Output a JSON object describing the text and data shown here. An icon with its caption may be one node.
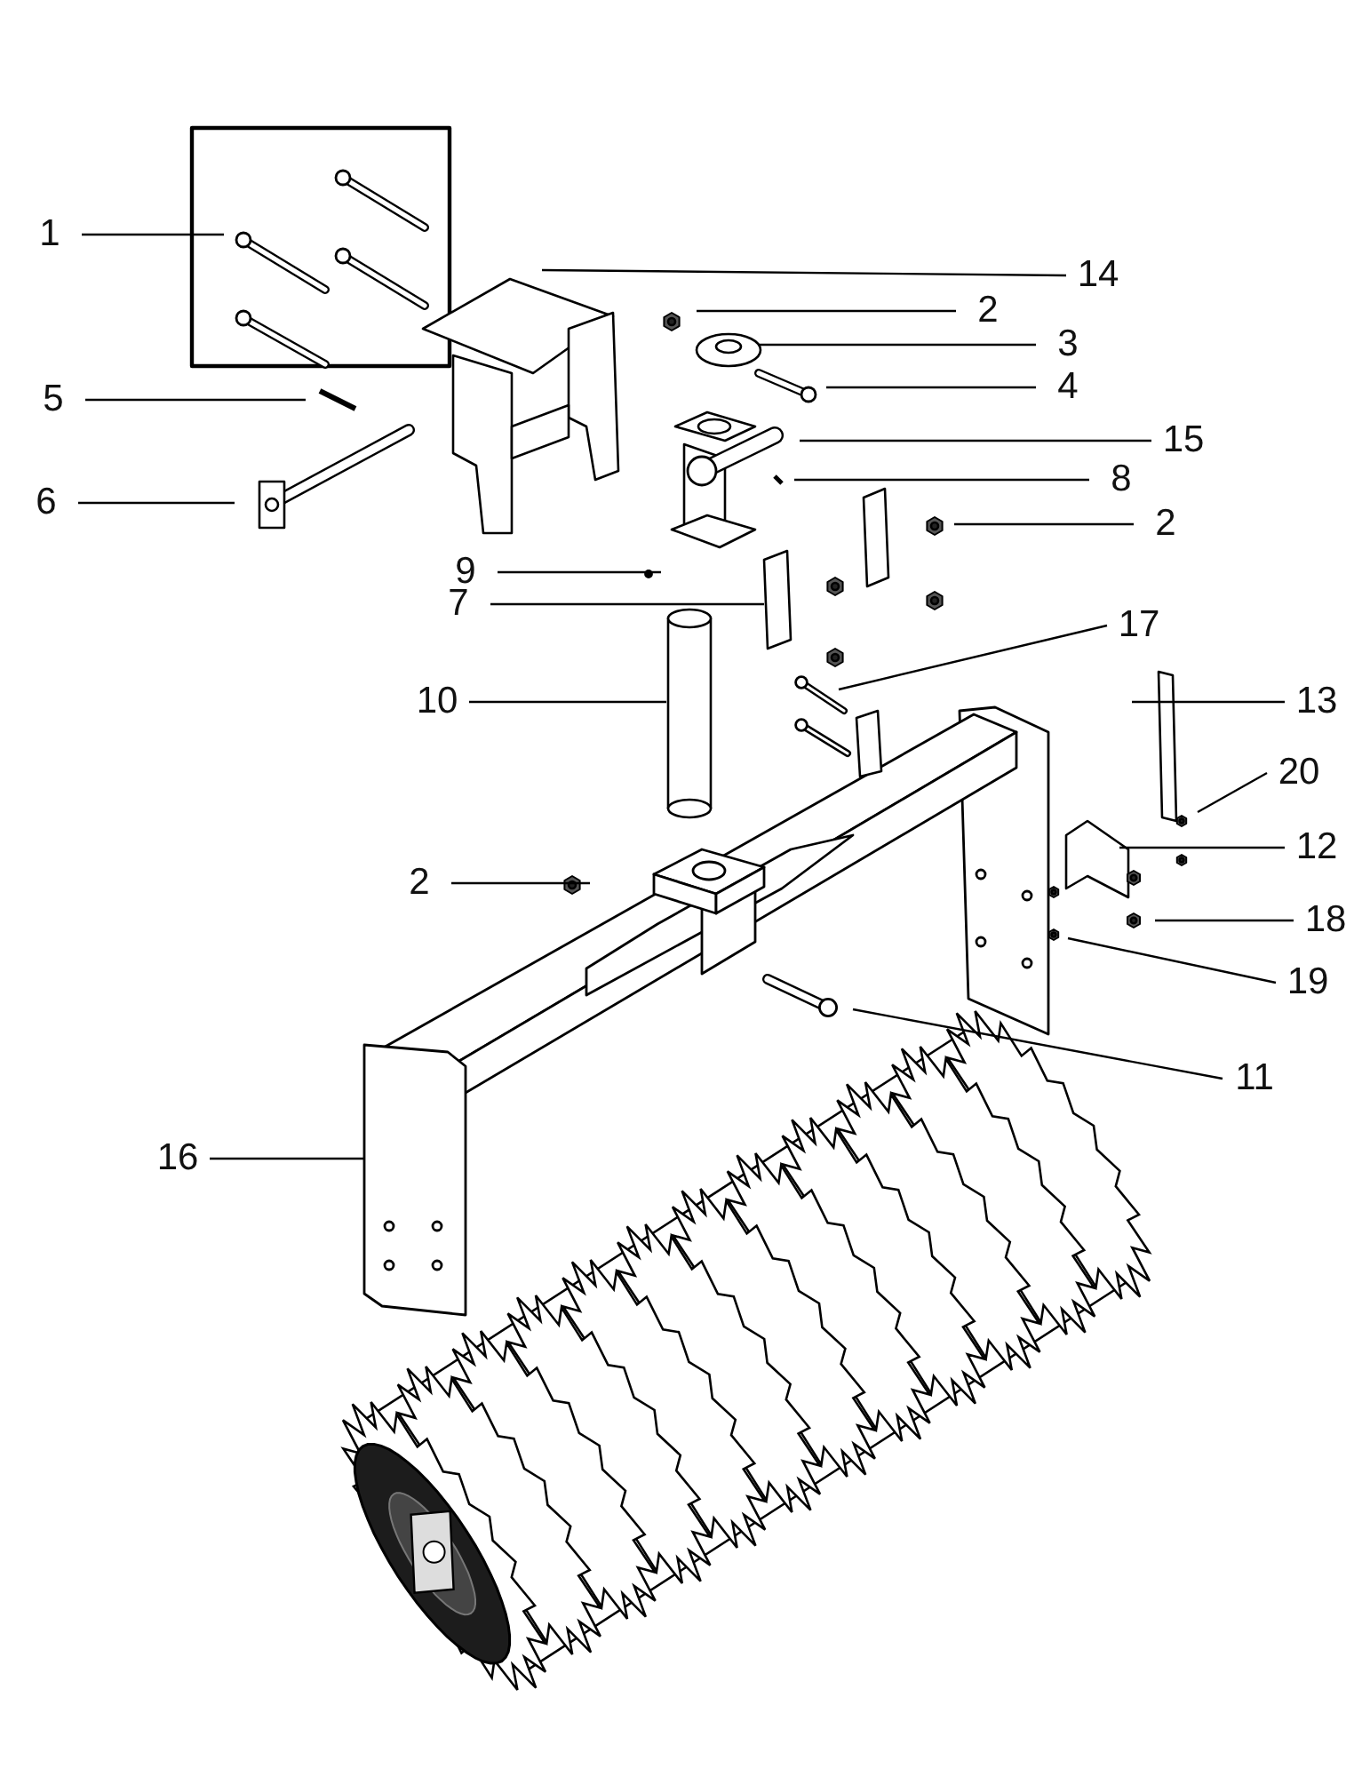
{
  "diagram": {
    "nodes": [
      {
        "text": [
          "1"
        ]
      },
      {
        "text": [
          "14"
        ]
      },
      {
        "text": [
          "2"
        ]
      },
      {
        "text": [
          "3"
        ]
      },
      {
        "text": [
          "4"
        ]
      },
      {
        "text": [
          "5"
        ]
      },
      {
        "text": [
          "15"
        ]
      },
      {
        "text": [
          "8"
        ]
      },
      {
        "text": [
          "6"
        ]
      },
      {
        "text": [
          "2"
        ]
      },
      {
        "text": [
          "9"
        ]
      },
      {
        "text": [
          "7"
        ]
      },
      {
        "text": [
          "17"
        ]
      },
      {
        "text": [
          "10"
        ]
      },
      {
        "text": [
          "13"
        ]
      },
      {
        "text": [
          "20"
        ]
      },
      {
        "text": [
          "12"
        ]
      },
      {
        "text": [
          "2"
        ]
      },
      {
        "text": [
          "18"
        ]
      },
      {
        "text": [
          "19"
        ]
      },
      {
        "text": [
          "11"
        ]
      },
      {
        "text": [
          "16"
        ]
      }
    ],
    "edges": [
      {
        "from": 0,
        "to": null,
        "arrow": "none"
      },
      {
        "from": 1,
        "to": null,
        "arrow": "none"
      },
      {
        "from": 2,
        "to": null,
        "arrow": "none"
      },
      {
        "from": 3,
        "to": null,
        "arrow": "none"
      },
      {
        "from": 4,
        "to": null,
        "arrow": "none"
      },
      {
        "from": 5,
        "to": null,
        "arrow": "none"
      },
      {
        "from": 6,
        "to": null,
        "arrow": "none"
      },
      {
        "from": 7,
        "to": null,
        "arrow": "none"
      },
      {
        "from": 8,
        "to": null,
        "arrow": "none"
      },
      {
        "from": 9,
        "to": null,
        "arrow": "none"
      },
      {
        "from": 10,
        "to": null,
        "arrow": "none"
      },
      {
        "from": 11,
        "to": null,
        "arrow": "none"
      },
      {
        "from": 12,
        "to": null,
        "arrow": "none"
      },
      {
        "from": 13,
        "to": null,
        "arrow": "none"
      },
      {
        "from": 14,
        "to": null,
        "arrow": "none"
      },
      {
        "from": 15,
        "to": null,
        "arrow": "none"
      },
      {
        "from": 16,
        "to": null,
        "arrow": "none"
      },
      {
        "from": 17,
        "to": null,
        "arrow": "none"
      },
      {
        "from": 18,
        "to": null,
        "arrow": "none"
      },
      {
        "from": 19,
        "to": null,
        "arrow": "none"
      },
      {
        "from": 20,
        "to": null,
        "arrow": "none"
      },
      {
        "from": 21,
        "to": null,
        "arrow": "none"
      }
    ]
  }
}
